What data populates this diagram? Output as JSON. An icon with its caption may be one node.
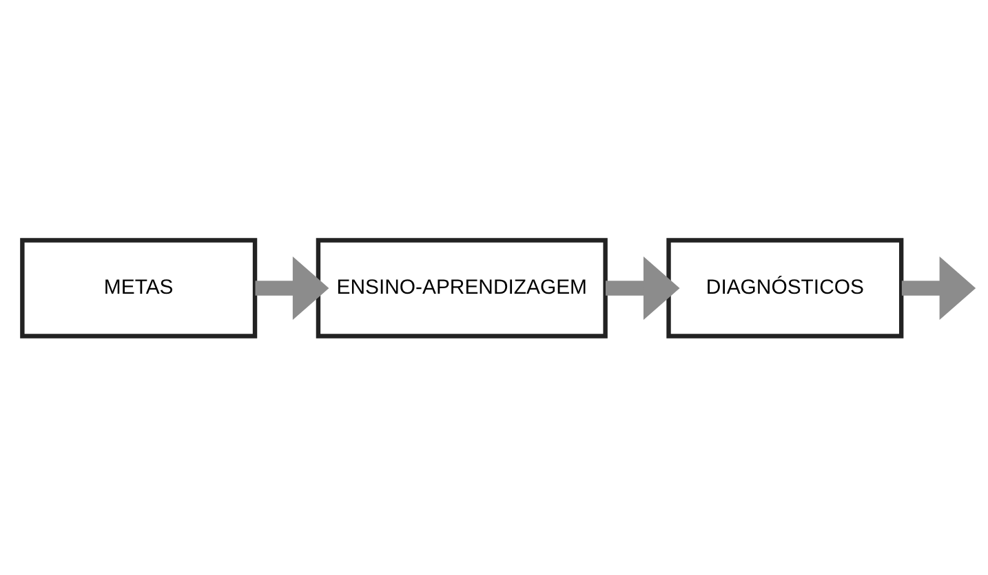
{
  "diagram": {
    "nodes": [
      {
        "text": [
          "METAS"
        ]
      },
      {
        "text": [
          "ENSINO-APRENDIZAGEM"
        ]
      },
      {
        "text": [
          "DIAGNÓSTICOS"
        ]
      }
    ],
    "edges": [
      {
        "from": 0,
        "to": 1,
        "arrow": "to"
      },
      {
        "from": 1,
        "to": 2,
        "arrow": "to"
      },
      {
        "from": 2,
        "to": null,
        "arrow": "to"
      }
    ]
  }
}
